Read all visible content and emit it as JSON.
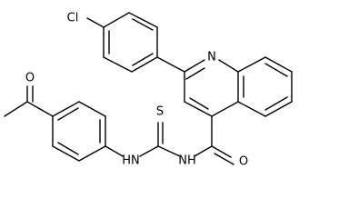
{
  "molecule": {
    "atom_labels": {
      "chlorine": "Cl",
      "quinoline_nitrogen": "N",
      "thione_sulfur": "S",
      "thiourea_nh_left": "HN",
      "thiourea_nh_right": "NH",
      "amide_oxygen": "O",
      "acetyl_oxygen": "O"
    }
  }
}
